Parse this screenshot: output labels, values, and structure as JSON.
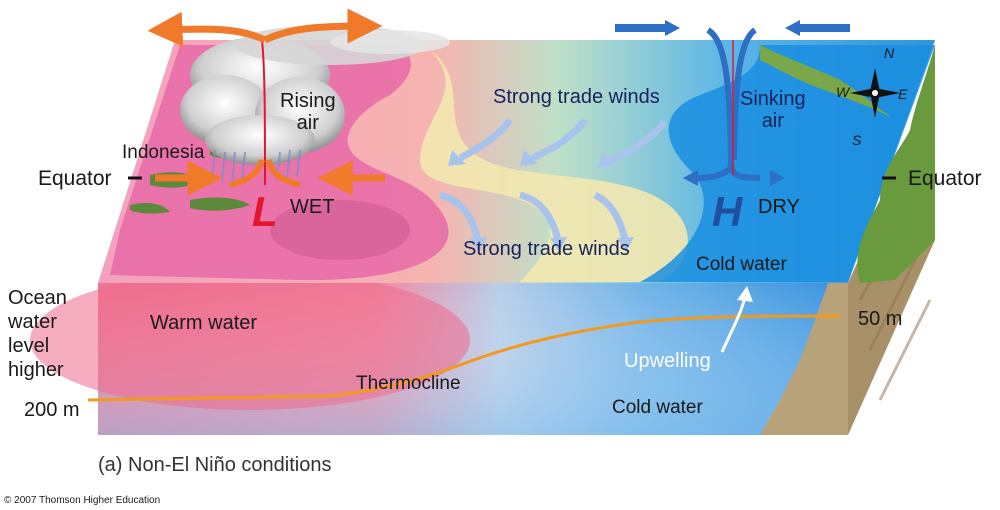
{
  "labels": {
    "rising_air": [
      "Rising",
      "air"
    ],
    "sinking_air": [
      "Sinking",
      "air"
    ],
    "indonesia": "Indonesia",
    "equator_left": "Equator",
    "equator_right": "Equator",
    "strong_trade_winds_top": "Strong trade winds",
    "strong_trade_winds_bottom": "Strong trade winds",
    "low_symbol": "L",
    "wet": "WET",
    "high_symbol": "H",
    "dry": "DRY",
    "cold_water_surface": "Cold water",
    "ocean_level": [
      "Ocean",
      "water",
      "level",
      "higher"
    ],
    "warm_water": "Warm water",
    "thermocline": "Thermocline",
    "upwelling": "Upwelling",
    "cold_water_deep": "Cold water",
    "depth_shallow": "50 m",
    "depth_deep": "200 m",
    "caption": "(a) Non-El Niño conditions",
    "copyright": "© 2007 Thomson Higher Education"
  },
  "compass": {
    "n": "N",
    "s": "S",
    "e": "E",
    "w": "W"
  },
  "colors": {
    "warm_surface": "#e86aa8",
    "cold_surface": "#1a8ee0",
    "warm_arrow": "#f07a2a",
    "cool_arrow": "#2d6fc4",
    "trade_wind_arrow": "#a9c4ec",
    "land": "#b8a27a",
    "thermocline_line": "#f39a1e"
  }
}
